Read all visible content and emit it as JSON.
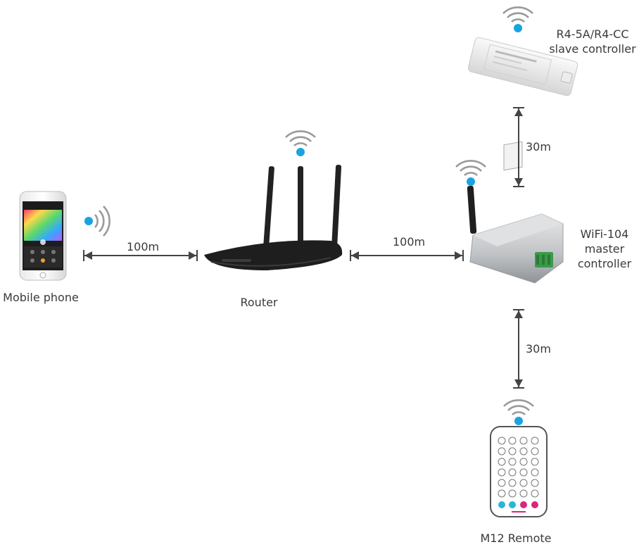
{
  "devices": {
    "phone": {
      "label": "Mobile phone"
    },
    "router": {
      "label": "Router"
    },
    "master": {
      "label_lines": [
        "WiFi-104",
        "master",
        "controller"
      ]
    },
    "slave": {
      "label_lines": [
        "R4-5A/R4-CC",
        "slave controller"
      ]
    },
    "remote": {
      "label": "M12  Remote"
    }
  },
  "links": {
    "phone_router": "100m",
    "router_master": "100m",
    "slave_master": "30m",
    "master_remote": "30m"
  },
  "colors": {
    "wifi_dot": "#1aa3e0",
    "wifi_arcs": "#9a9a9a",
    "arrow": "#444444"
  }
}
